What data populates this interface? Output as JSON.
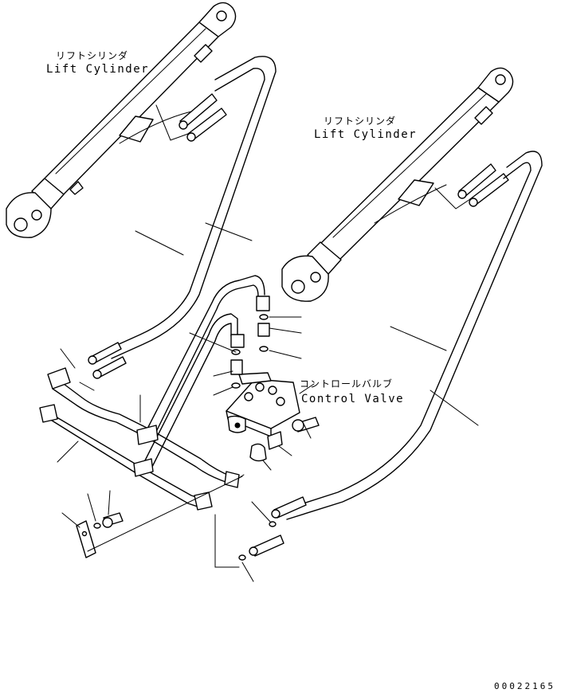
{
  "labels": {
    "lift_cylinder_left_jp": "リフトシリンダ",
    "lift_cylinder_left_en": "Lift Cylinder",
    "lift_cylinder_right_jp": "リフトシリンダ",
    "lift_cylinder_right_en": "Lift Cylinder",
    "control_valve_jp": "コントロールバルブ",
    "control_valve_en": "Control Valve"
  },
  "document_number": "00022165"
}
